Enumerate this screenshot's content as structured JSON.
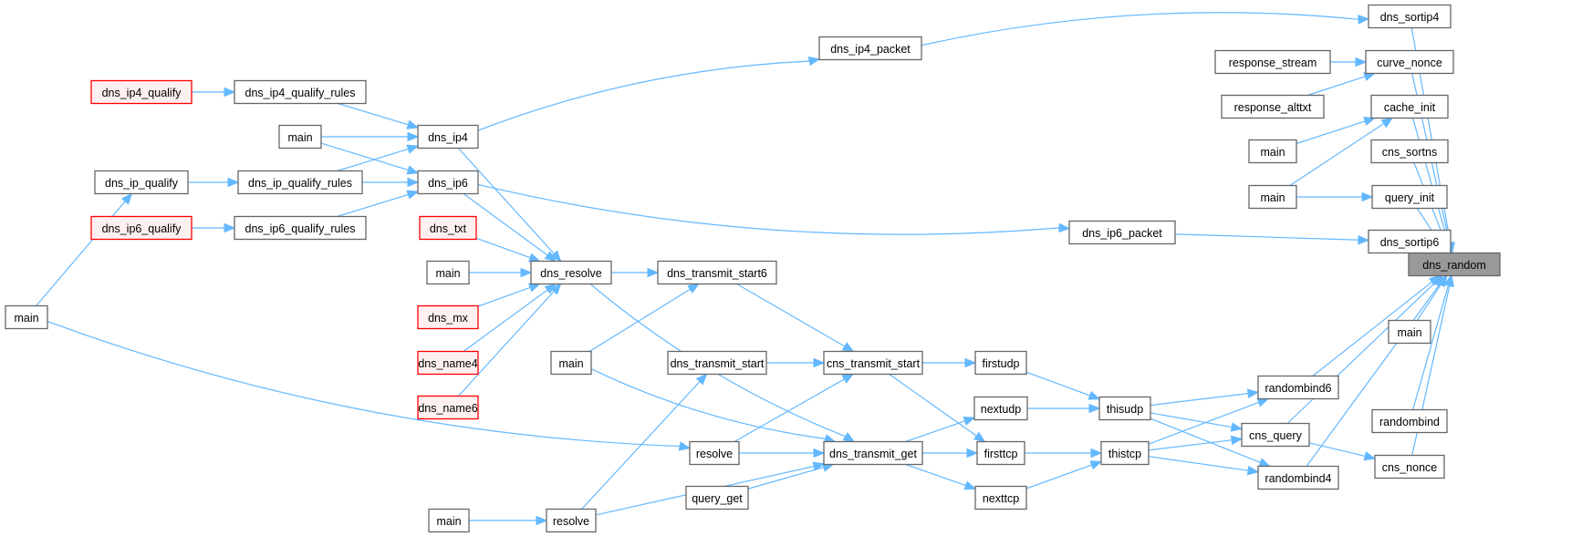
{
  "title": "dns_random caller graph",
  "colors": {
    "edge": "#63b8ff",
    "node_border": "#666666",
    "root_fill": "#999999",
    "red_border": "#ff0000",
    "red_fill": "#fff0f0"
  },
  "nodes": [
    {
      "id": "dns_random",
      "label": "dns_random",
      "style": "root"
    },
    {
      "id": "dns_sortip4",
      "label": "dns_sortip4",
      "style": "normal"
    },
    {
      "id": "curve_nonce",
      "label": "curve_nonce",
      "style": "normal"
    },
    {
      "id": "cache_init",
      "label": "cache_init",
      "style": "normal"
    },
    {
      "id": "cns_sortns",
      "label": "cns_sortns",
      "style": "normal"
    },
    {
      "id": "query_init",
      "label": "query_init",
      "style": "normal"
    },
    {
      "id": "dns_sortip6",
      "label": "dns_sortip6",
      "style": "normal"
    },
    {
      "id": "main_r1",
      "label": "main",
      "style": "normal"
    },
    {
      "id": "randombind",
      "label": "randombind",
      "style": "normal"
    },
    {
      "id": "cns_nonce",
      "label": "cns_nonce",
      "style": "normal"
    },
    {
      "id": "randombind6",
      "label": "randombind6",
      "style": "normal"
    },
    {
      "id": "cns_query",
      "label": "cns_query",
      "style": "normal"
    },
    {
      "id": "randombind4",
      "label": "randombind4",
      "style": "normal"
    },
    {
      "id": "response_stream",
      "label": "response_stream",
      "style": "normal"
    },
    {
      "id": "response_alttxt",
      "label": "response_alttxt",
      "style": "normal"
    },
    {
      "id": "main_c1",
      "label": "main",
      "style": "normal"
    },
    {
      "id": "main_c2",
      "label": "main",
      "style": "normal"
    },
    {
      "id": "dns_ip6_packet",
      "label": "dns_ip6_packet",
      "style": "normal"
    },
    {
      "id": "dns_ip4_packet",
      "label": "dns_ip4_packet",
      "style": "normal"
    },
    {
      "id": "thisudp",
      "label": "thisudp",
      "style": "normal"
    },
    {
      "id": "thistcp",
      "label": "thistcp",
      "style": "normal"
    },
    {
      "id": "firstudp",
      "label": "firstudp",
      "style": "normal"
    },
    {
      "id": "nextudp",
      "label": "nextudp",
      "style": "normal"
    },
    {
      "id": "firsttcp",
      "label": "firsttcp",
      "style": "normal"
    },
    {
      "id": "nexttcp",
      "label": "nexttcp",
      "style": "normal"
    },
    {
      "id": "cns_transmit_start",
      "label": "cns_transmit_start",
      "style": "normal"
    },
    {
      "id": "dns_transmit_get",
      "label": "dns_transmit_get",
      "style": "normal"
    },
    {
      "id": "dns_transmit_start6",
      "label": "dns_transmit_start6",
      "style": "normal"
    },
    {
      "id": "dns_transmit_start",
      "label": "dns_transmit_start",
      "style": "normal"
    },
    {
      "id": "resolve_a",
      "label": "resolve",
      "style": "normal"
    },
    {
      "id": "query_get",
      "label": "query_get",
      "style": "normal"
    },
    {
      "id": "resolve_b",
      "label": "resolve",
      "style": "normal"
    },
    {
      "id": "main_t1",
      "label": "main",
      "style": "normal"
    },
    {
      "id": "main_t2",
      "label": "main",
      "style": "normal"
    },
    {
      "id": "dns_resolve",
      "label": "dns_resolve",
      "style": "normal"
    },
    {
      "id": "dns_ip4",
      "label": "dns_ip4",
      "style": "normal"
    },
    {
      "id": "dns_ip6",
      "label": "dns_ip6",
      "style": "normal"
    },
    {
      "id": "dns_txt",
      "label": "dns_txt",
      "style": "red"
    },
    {
      "id": "main_d1",
      "label": "main",
      "style": "normal"
    },
    {
      "id": "dns_mx",
      "label": "dns_mx",
      "style": "red"
    },
    {
      "id": "dns_name4",
      "label": "dns_name4",
      "style": "red"
    },
    {
      "id": "dns_name6",
      "label": "dns_name6",
      "style": "red"
    },
    {
      "id": "main_i1",
      "label": "main",
      "style": "normal"
    },
    {
      "id": "dns_ip4_qualify_rules",
      "label": "dns_ip4_qualify_rules",
      "style": "normal"
    },
    {
      "id": "dns_ip_qualify_rules",
      "label": "dns_ip_qualify_rules",
      "style": "normal"
    },
    {
      "id": "dns_ip6_qualify_rules",
      "label": "dns_ip6_qualify_rules",
      "style": "normal"
    },
    {
      "id": "dns_ip4_qualify",
      "label": "dns_ip4_qualify",
      "style": "red"
    },
    {
      "id": "dns_ip_qualify",
      "label": "dns_ip_qualify",
      "style": "normal"
    },
    {
      "id": "dns_ip6_qualify",
      "label": "dns_ip6_qualify",
      "style": "red"
    },
    {
      "id": "main_left",
      "label": "main",
      "style": "normal"
    }
  ],
  "edges": [
    [
      "dns_sortip4",
      "dns_random"
    ],
    [
      "curve_nonce",
      "dns_random"
    ],
    [
      "cache_init",
      "dns_random"
    ],
    [
      "cns_sortns",
      "dns_random"
    ],
    [
      "query_init",
      "dns_random"
    ],
    [
      "dns_sortip6",
      "dns_random"
    ],
    [
      "main_r1",
      "dns_random"
    ],
    [
      "randombind",
      "dns_random"
    ],
    [
      "cns_nonce",
      "dns_random"
    ],
    [
      "randombind6",
      "dns_random"
    ],
    [
      "cns_query",
      "dns_random"
    ],
    [
      "randombind4",
      "dns_random"
    ],
    [
      "response_stream",
      "curve_nonce"
    ],
    [
      "response_alttxt",
      "curve_nonce"
    ],
    [
      "main_c1",
      "cache_init"
    ],
    [
      "main_c2",
      "cache_init"
    ],
    [
      "main_c2",
      "query_init"
    ],
    [
      "dns_ip4_packet",
      "dns_sortip4"
    ],
    [
      "dns_ip6_packet",
      "dns_sortip6"
    ],
    [
      "cns_query",
      "cns_nonce"
    ],
    [
      "thisudp",
      "randombind6"
    ],
    [
      "thisudp",
      "cns_query"
    ],
    [
      "thisudp",
      "randombind4"
    ],
    [
      "thistcp",
      "randombind6"
    ],
    [
      "thistcp",
      "cns_query"
    ],
    [
      "thistcp",
      "randombind4"
    ],
    [
      "firstudp",
      "thisudp"
    ],
    [
      "nextudp",
      "thisudp"
    ],
    [
      "firsttcp",
      "thistcp"
    ],
    [
      "nexttcp",
      "thistcp"
    ],
    [
      "cns_transmit_start",
      "firstudp"
    ],
    [
      "cns_transmit_start",
      "firsttcp"
    ],
    [
      "dns_transmit_get",
      "nextudp"
    ],
    [
      "dns_transmit_get",
      "firsttcp"
    ],
    [
      "dns_transmit_get",
      "nexttcp"
    ],
    [
      "dns_transmit_start6",
      "cns_transmit_start"
    ],
    [
      "dns_transmit_start",
      "cns_transmit_start"
    ],
    [
      "resolve_a",
      "cns_transmit_start"
    ],
    [
      "resolve_a",
      "dns_transmit_get"
    ],
    [
      "dns_resolve",
      "dns_transmit_start6"
    ],
    [
      "dns_resolve",
      "dns_transmit_get"
    ],
    [
      "main_t1",
      "dns_transmit_start6"
    ],
    [
      "main_t1",
      "dns_transmit_get"
    ],
    [
      "query_get",
      "dns_transmit_get"
    ],
    [
      "resolve_b",
      "dns_transmit_get"
    ],
    [
      "resolve_b",
      "dns_transmit_start"
    ],
    [
      "main_t2",
      "resolve_b"
    ],
    [
      "main_left",
      "resolve_a"
    ],
    [
      "main_left",
      "dns_ip_qualify"
    ],
    [
      "dns_ip4",
      "dns_ip4_packet"
    ],
    [
      "dns_ip6",
      "dns_ip6_packet"
    ],
    [
      "dns_ip4",
      "dns_resolve"
    ],
    [
      "dns_ip6",
      "dns_resolve"
    ],
    [
      "dns_txt",
      "dns_resolve"
    ],
    [
      "main_d1",
      "dns_resolve"
    ],
    [
      "dns_mx",
      "dns_resolve"
    ],
    [
      "dns_name4",
      "dns_resolve"
    ],
    [
      "dns_name6",
      "dns_resolve"
    ],
    [
      "dns_ip4_qualify_rules",
      "dns_ip4"
    ],
    [
      "main_i1",
      "dns_ip4"
    ],
    [
      "main_i1",
      "dns_ip6"
    ],
    [
      "dns_ip_qualify_rules",
      "dns_ip4"
    ],
    [
      "dns_ip_qualify_rules",
      "dns_ip6"
    ],
    [
      "dns_ip6_qualify_rules",
      "dns_ip6"
    ],
    [
      "dns_ip4_qualify",
      "dns_ip4_qualify_rules"
    ],
    [
      "dns_ip_qualify",
      "dns_ip_qualify_rules"
    ],
    [
      "dns_ip6_qualify",
      "dns_ip6_qualify_rules"
    ]
  ]
}
